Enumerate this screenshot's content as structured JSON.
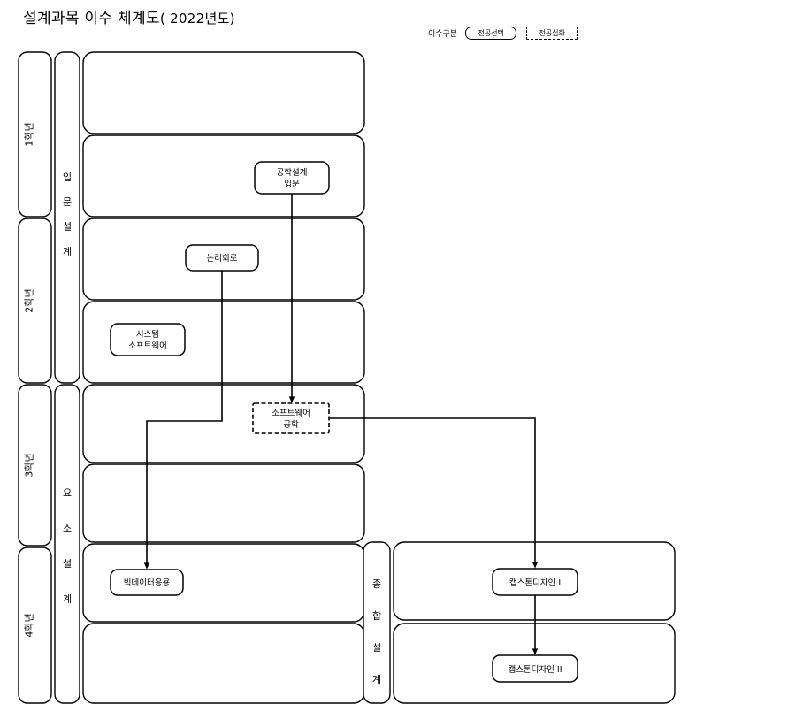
{
  "title": {
    "main": "설계과목 이수 체계도",
    "year": "( 2022년도)"
  },
  "legend": {
    "label": "이수구분",
    "items": [
      {
        "name": "major-elective",
        "text": "전공선택",
        "style": "solid"
      },
      {
        "name": "major-advanced",
        "text": "전공심화",
        "style": "dashed"
      }
    ]
  },
  "year_column": {
    "items": [
      {
        "key": "year1",
        "label": "1학년"
      },
      {
        "key": "year2",
        "label": "2학년"
      },
      {
        "key": "year3",
        "label": "3학년"
      },
      {
        "key": "year4",
        "label": "4학년"
      }
    ]
  },
  "stage_column": {
    "items": [
      {
        "key": "intro-design",
        "label": "입문설계",
        "chars": [
          "입",
          "문",
          "설",
          "계"
        ]
      },
      {
        "key": "element-design",
        "label": "요소설계",
        "chars": [
          "요",
          "소",
          "설",
          "계"
        ]
      }
    ]
  },
  "capstone_stage": {
    "key": "comprehensive-design",
    "label": "종합설계",
    "chars": [
      "종",
      "합",
      "설",
      "계"
    ]
  },
  "semester_rows": [
    {
      "key": "y1s1",
      "year": "1학년"
    },
    {
      "key": "y1s2",
      "year": "1학년"
    },
    {
      "key": "y2s1",
      "year": "2학년"
    },
    {
      "key": "y2s2",
      "year": "2학년"
    },
    {
      "key": "y3s1",
      "year": "3학년"
    },
    {
      "key": "y3s2",
      "year": "3학년"
    },
    {
      "key": "y4s1",
      "year": "4학년"
    },
    {
      "key": "y4s2",
      "year": "4학년"
    }
  ],
  "courses": [
    {
      "key": "engineering-design-intro",
      "lines": [
        "공학설계",
        "입문"
      ],
      "type": "major-elective"
    },
    {
      "key": "logic-circuit",
      "lines": [
        "논리회로"
      ],
      "type": "major-elective"
    },
    {
      "key": "system-software",
      "lines": [
        "시스템",
        "소프트웨어"
      ],
      "type": "major-elective"
    },
    {
      "key": "software-engineering",
      "lines": [
        "소프트웨어",
        "공학"
      ],
      "type": "major-advanced"
    },
    {
      "key": "bigdata-application",
      "lines": [
        "빅데이터응용"
      ],
      "type": "major-elective"
    },
    {
      "key": "capstone-design-1",
      "lines": [
        "캡스톤디자인 I"
      ],
      "type": "major-elective"
    },
    {
      "key": "capstone-design-2",
      "lines": [
        "캡스톤디자인 II"
      ],
      "type": "major-elective"
    }
  ],
  "connections": [
    {
      "from": "engineering-design-intro",
      "to": "software-engineering"
    },
    {
      "from": "logic-circuit",
      "to": "bigdata-application"
    },
    {
      "from": "software-engineering",
      "to": "capstone-design-1"
    },
    {
      "from": "capstone-design-1",
      "to": "capstone-design-2"
    }
  ],
  "colors": {
    "stroke": "#000000",
    "background": "#ffffff"
  }
}
